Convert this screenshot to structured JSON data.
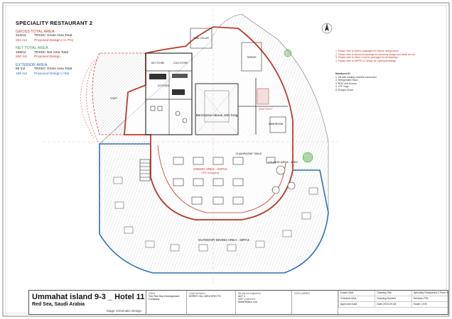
{
  "legend": {
    "title": "SPECIALITY RESTAURANT 2",
    "gross": {
      "heading": "GROSS TOTAL AREA",
      "r1a": "313m2",
      "r1b": "TRSDC Gross Area Total",
      "r2a": "321 m2",
      "r2b": "Proposed Design (+1.7%)"
    },
    "net": {
      "heading": "NET TOTAL AREA",
      "r1a": "199m2",
      "r1b": "TRSDC Net Area Total",
      "r2a": "200 m2",
      "r2b": "Proposed Design"
    },
    "ext": {
      "heading": "EXTERIOR AREA",
      "r1a": "85 m2",
      "r1b": "TRSDC Gross Area Total",
      "r2a": "185 m2",
      "r2b": "Proposed Design (+65)"
    }
  },
  "notes": {
    "red": [
      "1. Please refer to interior packages for interior design intent",
      "2. Please refer to structural package for structural design and detail set out",
      "3. Please refer to Other Lead for packages for all drawings",
      "4. Please refer to MEP/FLS Design for Lighting drawings"
    ],
    "heading": "Monitored ID",
    "items": [
      "1. Lift with loading machine connected",
      "2. Refrigerated Store",
      "3. BOH Unit Access",
      "4. LPF Cage",
      "5. Escape Doors"
    ]
  },
  "plan": {
    "mezzanine": "Mezzanine above 18m long",
    "dining_inner": "DINING AREA - 24PAX",
    "dining_inner_sub": "CPS Occupancy",
    "lounge": "LOUNGE AREA - 4PAX",
    "outdoor": "OUTDOOR DINING AREA - 30PAX",
    "champagne": "CHAMPAGNE TABLE",
    "ada_toilet": "ADA TOILET",
    "washroom": "WASHROOM",
    "kitchen": "KITCHEN",
    "wine": "WINE CELLAR",
    "dry_store": "DRY STORE",
    "cold_store": "COLD STORE",
    "server": "SERVER",
    "staff": "STAFF"
  },
  "titleblock": {
    "project": "Ummahat island 9-3 _ Hotel 11",
    "location": "Red Sea, Saudi Arabia",
    "stage_label": "Stage",
    "stage": "Schematic Design",
    "client_label": "Client",
    "client": "The Red Sea Development Company",
    "architect_label": "Lead Architect",
    "architect": "KERRY HILL ARCHITECTS",
    "structural_label": "Structural engineers",
    "structural": "AKT II",
    "mep_label": "MEP engineers",
    "mep": "Mace/Hoare Lea",
    "disclaimer_label": "DISCLAIMER",
    "drawn_label": "Drawn",
    "drawn": "AAA",
    "checked_label": "Checked",
    "checked": "AAA",
    "approved_label": "Approved",
    "approved": "AAA",
    "date_label": "Date",
    "date": "2023-09-08",
    "title_label": "Drawing Title",
    "title": "Specialty Restaurant 2 Floor Schematic",
    "code_label": "Drawing Number",
    "scale_label": "Scale",
    "scale": "1:100",
    "rev_label": "Revision",
    "rev": "P01"
  }
}
